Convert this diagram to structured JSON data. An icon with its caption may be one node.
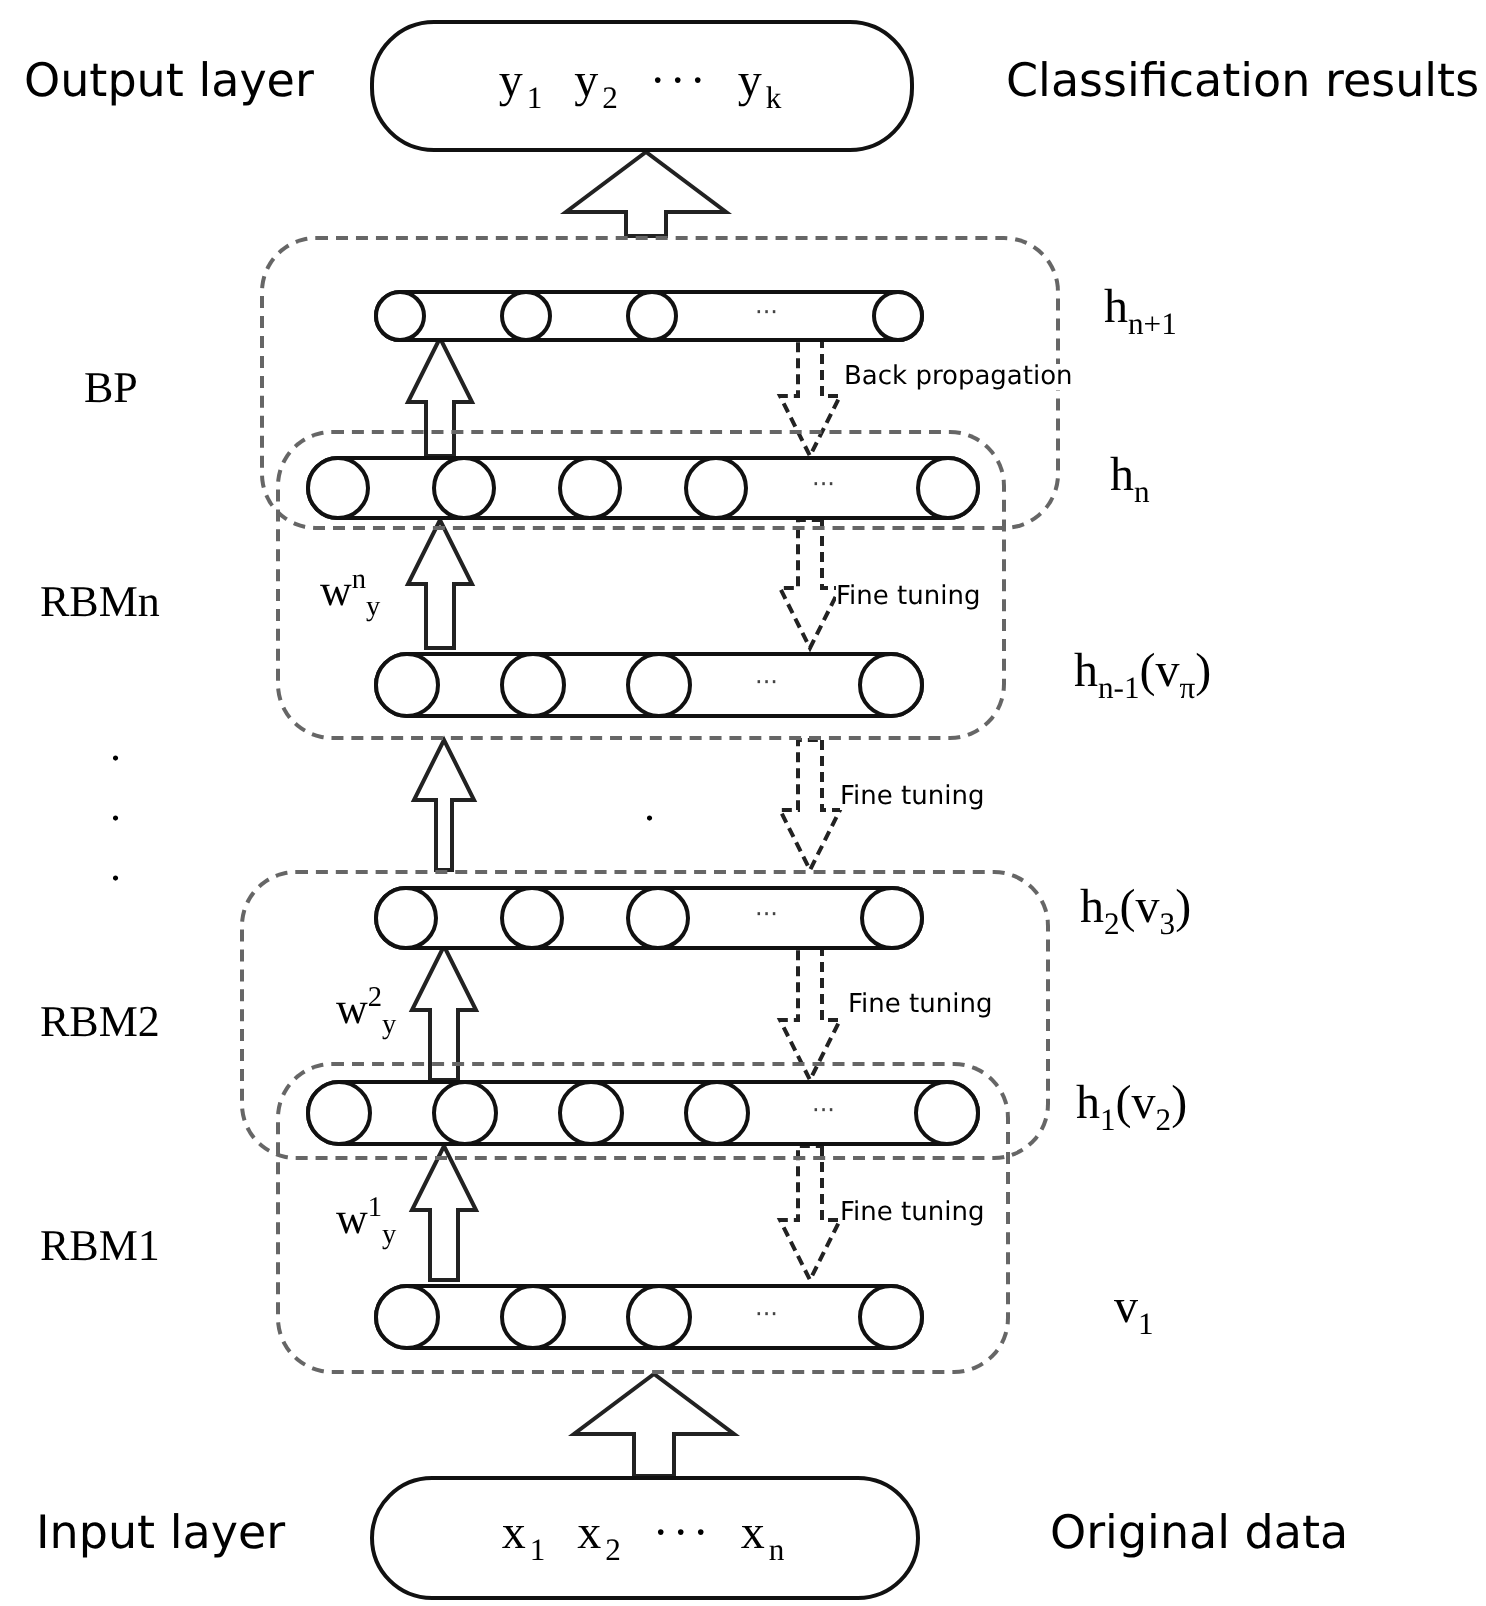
{
  "diagram": {
    "nodes": [
      {
        "text": [
          "y$_{1}$ y$_{2}$ ··· y$_{k}$"
        ],
        "beside": [
          "Output layer",
          "Classification results"
        ]
      },
      {
        "text": [
          "BP"
        ]
      },
      {
        "text": [
          "···"
        ],
        "beside": [
          "h$_{n+1}$"
        ],
        "in": 1
      },
      {
        "text": [
          "···"
        ],
        "beside": [
          "h$_{n}$"
        ]
      },
      {
        "text": [
          "RBMn"
        ]
      },
      {
        "text": [
          "···"
        ],
        "beside": [
          "h$_{n-1}$(v$_{π}$)"
        ],
        "in": 4
      },
      {
        "text": [
          "RBM2"
        ]
      },
      {
        "text": [
          "···"
        ],
        "beside": [
          "h$_{2}$(v$_{3}$)"
        ],
        "in": 6
      },
      {
        "text": [
          "···"
        ],
        "beside": [
          "h$_{1}$(v$_{2}$)"
        ]
      },
      {
        "text": [
          "RBM1"
        ]
      },
      {
        "text": [
          "···"
        ],
        "beside": [
          "v$_{1}$"
        ],
        "in": 9
      },
      {
        "text": [
          "x$_{1}$ x$_{2}$ ··· x$_{n}$"
        ],
        "beside": [
          "Input layer",
          "Original data"
        ]
      }
    ],
    "edges": [
      {
        "from": 1,
        "to": 0,
        "arrow": "to"
      },
      {
        "from": 3,
        "to": 2,
        "arrow": "to"
      },
      {
        "from": 2,
        "to": 3,
        "arrow": "to",
        "style": "dashed",
        "label": "Back propagation"
      },
      {
        "from": 5,
        "to": 3,
        "arrow": "to",
        "label": "w$^{n}$$_{y}$"
      },
      {
        "from": 3,
        "to": 5,
        "arrow": "to",
        "style": "dashed",
        "label": "Fine tuning"
      },
      {
        "from": 6,
        "to": 4,
        "arrow": "to"
      },
      {
        "from": 4,
        "to": 6,
        "arrow": "to",
        "style": "dashed",
        "label": "Fine tuning"
      },
      {
        "from": 8,
        "to": 7,
        "arrow": "to",
        "label": "w$^{2}$$_{y}$"
      },
      {
        "from": 7,
        "to": 8,
        "arrow": "to",
        "style": "dashed",
        "label": "Fine tuning"
      },
      {
        "from": 10,
        "to": 8,
        "arrow": "to",
        "label": "w$^{1}$$_{y}$"
      },
      {
        "from": 8,
        "to": 10,
        "arrow": "to",
        "style": "dashed",
        "label": "Fine tuning"
      },
      {
        "from": 11,
        "to": 9,
        "arrow": "to"
      }
    ],
    "labels": [
      ".",
      ".",
      ".",
      "."
    ]
  }
}
